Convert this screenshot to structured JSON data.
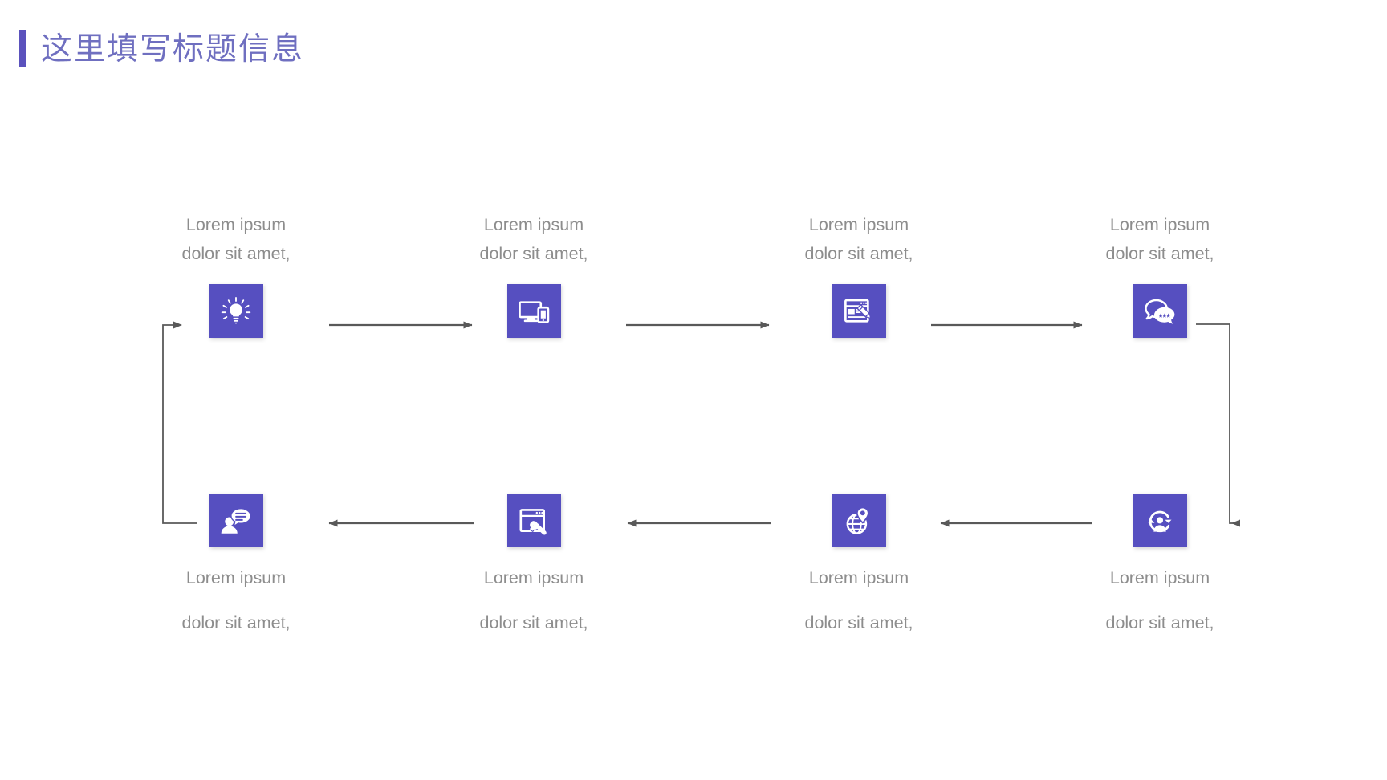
{
  "page": {
    "title": "这里填写标题信息",
    "accent_color": "#5b52bd",
    "title_color": "#6f6fc0",
    "background": "#ffffff",
    "icon_tile_color": "#564fc0",
    "label_color": "#8d8d8d",
    "connector_color": "#595959"
  },
  "diagram": {
    "type": "cyclic-process-flow",
    "direction": "left-to-right on top row, right-to-left on bottom row, looping",
    "steps": [
      {
        "index": 1,
        "row": "top",
        "icon": "lightbulb-idea-icon",
        "label_line1": "Lorem ipsum",
        "label_line2": "dolor sit amet,"
      },
      {
        "index": 2,
        "row": "top",
        "icon": "desktop-mobile-devices-icon",
        "label_line1": "Lorem ipsum",
        "label_line2": "dolor sit amet,"
      },
      {
        "index": 3,
        "row": "top",
        "icon": "webpage-pencil-edit-icon",
        "label_line1": "Lorem ipsum",
        "label_line2": "dolor sit amet,"
      },
      {
        "index": 4,
        "row": "top",
        "icon": "chat-bubbles-icon",
        "label_line1": "Lorem ipsum",
        "label_line2": "dolor sit amet,"
      },
      {
        "index": 5,
        "row": "bottom",
        "icon": "person-circular-arrows-icon",
        "label_line1": "Lorem ipsum",
        "label_line2": "dolor sit amet,"
      },
      {
        "index": 6,
        "row": "bottom",
        "icon": "globe-location-pin-icon",
        "label_line1": "Lorem ipsum",
        "label_line2": "dolor sit amet,"
      },
      {
        "index": 7,
        "row": "bottom",
        "icon": "browser-wrench-icon",
        "label_line1": "Lorem ipsum",
        "label_line2": "dolor sit amet,"
      },
      {
        "index": 8,
        "row": "bottom",
        "icon": "person-speech-bubble-icon",
        "label_line1": "Lorem ipsum",
        "label_line2": "dolor sit amet,"
      }
    ],
    "connectors": [
      {
        "name": "arrow-step1-to-step2",
        "orientation": "horizontal-right"
      },
      {
        "name": "arrow-step2-to-step3",
        "orientation": "horizontal-right"
      },
      {
        "name": "arrow-step3-to-step4",
        "orientation": "horizontal-right"
      },
      {
        "name": "elbow-step4-to-step5",
        "orientation": "right-then-down-arrow-left"
      },
      {
        "name": "arrow-step5-to-step6",
        "orientation": "horizontal-left"
      },
      {
        "name": "arrow-step6-to-step7",
        "orientation": "horizontal-left"
      },
      {
        "name": "arrow-step7-to-step8",
        "orientation": "horizontal-left"
      },
      {
        "name": "elbow-step8-to-step1",
        "orientation": "left-then-up-arrow-right"
      }
    ]
  }
}
